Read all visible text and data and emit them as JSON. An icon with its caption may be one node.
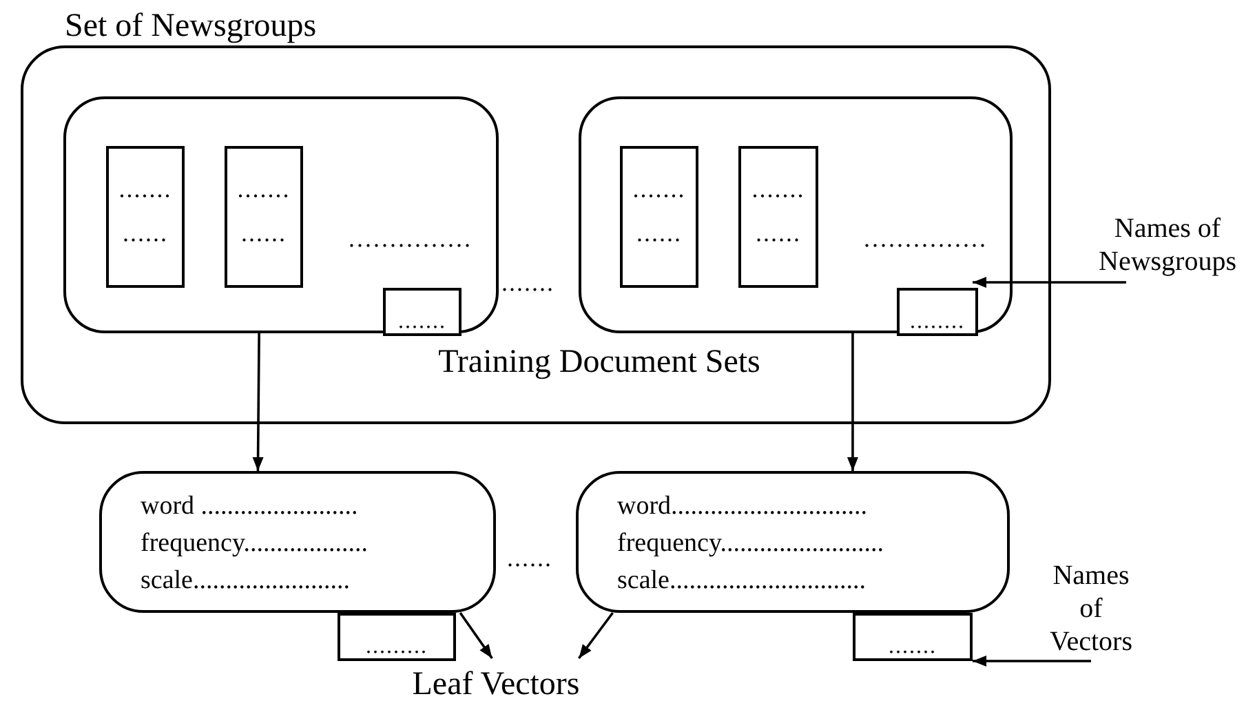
{
  "diagram": {
    "nodes": [
      {
        "text": [
          "Set of Newsgroups",
          "Training Document Sets"
        ]
      },
      {
        "text": [
          "..............."
        ],
        "in": 0
      },
      {
        "text": [
          ".......",
          "......"
        ],
        "in": 1
      },
      {
        "text": [
          ".......",
          "......"
        ],
        "in": 1
      },
      {
        "text": [
          "......."
        ],
        "in": 1
      },
      {
        "text": [
          "..............."
        ],
        "in": 0
      },
      {
        "text": [
          ".......",
          "......"
        ],
        "in": 5
      },
      {
        "text": [
          ".......",
          "......"
        ],
        "in": 5
      },
      {
        "text": [
          "........"
        ],
        "in": 5
      },
      {
        "text": [
          "Names of Newsgroups"
        ]
      },
      {
        "text": [
          "word ........................",
          "frequency...................",
          "scale........................"
        ]
      },
      {
        "text": [
          "........."
        ]
      },
      {
        "text": [
          "word..............................",
          "frequency.........................",
          "scale.............................."
        ]
      },
      {
        "text": [
          "......."
        ]
      },
      {
        "text": [
          "Leaf Vectors"
        ]
      },
      {
        "text": [
          "Names of Vectors"
        ]
      }
    ],
    "edges": [
      {
        "from": 1,
        "to": 10,
        "arrow": "to"
      },
      {
        "from": 5,
        "to": 12,
        "arrow": "to"
      },
      {
        "from": 9,
        "to": 8,
        "arrow": "to"
      },
      {
        "from": 10,
        "to": 14,
        "arrow": "to"
      },
      {
        "from": 12,
        "to": 14,
        "arrow": "to"
      },
      {
        "from": 15,
        "to": 13,
        "arrow": "to"
      }
    ],
    "labels": [
      ".......",
      "......"
    ]
  }
}
